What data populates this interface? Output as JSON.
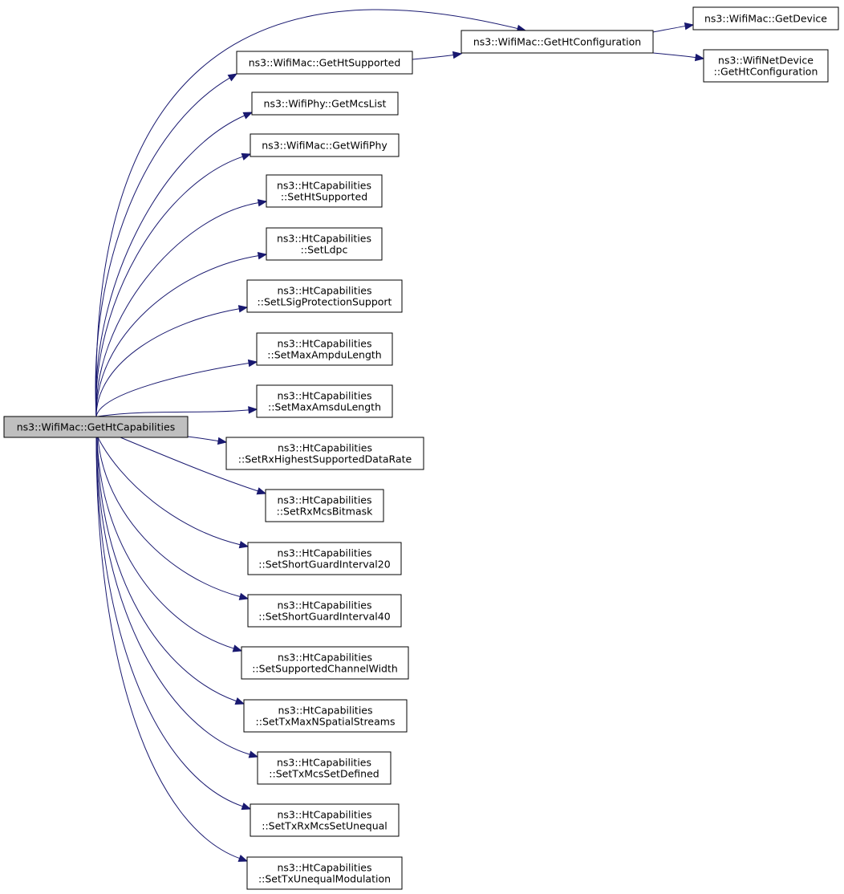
{
  "graph": {
    "root": "n0",
    "nodes": [
      {
        "id": "n0",
        "lines": [
          "ns3::WifiMac::GetHtCapabilities"
        ],
        "root": true
      },
      {
        "id": "n1",
        "lines": [
          "ns3::WifiMac::GetHtConfiguration"
        ]
      },
      {
        "id": "n2",
        "lines": [
          "ns3::WifiMac::GetDevice"
        ]
      },
      {
        "id": "n3",
        "lines": [
          "ns3::WifiNetDevice",
          "::GetHtConfiguration"
        ]
      },
      {
        "id": "n4",
        "lines": [
          "ns3::WifiMac::GetHtSupported"
        ]
      },
      {
        "id": "n5",
        "lines": [
          "ns3::WifiPhy::GetMcsList"
        ]
      },
      {
        "id": "n6",
        "lines": [
          "ns3::WifiMac::GetWifiPhy"
        ]
      },
      {
        "id": "n7",
        "lines": [
          "ns3::HtCapabilities",
          "::SetHtSupported"
        ]
      },
      {
        "id": "n8",
        "lines": [
          "ns3::HtCapabilities",
          "::SetLdpc"
        ]
      },
      {
        "id": "n9",
        "lines": [
          "ns3::HtCapabilities",
          "::SetLSigProtectionSupport"
        ]
      },
      {
        "id": "n10",
        "lines": [
          "ns3::HtCapabilities",
          "::SetMaxAmpduLength"
        ]
      },
      {
        "id": "n11",
        "lines": [
          "ns3::HtCapabilities",
          "::SetMaxAmsduLength"
        ]
      },
      {
        "id": "n12",
        "lines": [
          "ns3::HtCapabilities",
          "::SetRxHighestSupportedDataRate"
        ]
      },
      {
        "id": "n13",
        "lines": [
          "ns3::HtCapabilities",
          "::SetRxMcsBitmask"
        ]
      },
      {
        "id": "n14",
        "lines": [
          "ns3::HtCapabilities",
          "::SetShortGuardInterval20"
        ]
      },
      {
        "id": "n15",
        "lines": [
          "ns3::HtCapabilities",
          "::SetShortGuardInterval40"
        ]
      },
      {
        "id": "n16",
        "lines": [
          "ns3::HtCapabilities",
          "::SetSupportedChannelWidth"
        ]
      },
      {
        "id": "n17",
        "lines": [
          "ns3::HtCapabilities",
          "::SetTxMaxNSpatialStreams"
        ]
      },
      {
        "id": "n18",
        "lines": [
          "ns3::HtCapabilities",
          "::SetTxMcsSetDefined"
        ]
      },
      {
        "id": "n19",
        "lines": [
          "ns3::HtCapabilities",
          "::SetTxRxMcsSetUnequal"
        ]
      },
      {
        "id": "n20",
        "lines": [
          "ns3::HtCapabilities",
          "::SetTxUnequalModulation"
        ]
      }
    ],
    "edges": [
      {
        "from": "n0",
        "to": "n1"
      },
      {
        "from": "n0",
        "to": "n4"
      },
      {
        "from": "n0",
        "to": "n5"
      },
      {
        "from": "n0",
        "to": "n6"
      },
      {
        "from": "n0",
        "to": "n7"
      },
      {
        "from": "n0",
        "to": "n8"
      },
      {
        "from": "n0",
        "to": "n9"
      },
      {
        "from": "n0",
        "to": "n10"
      },
      {
        "from": "n0",
        "to": "n11"
      },
      {
        "from": "n0",
        "to": "n12"
      },
      {
        "from": "n0",
        "to": "n13"
      },
      {
        "from": "n0",
        "to": "n14"
      },
      {
        "from": "n0",
        "to": "n15"
      },
      {
        "from": "n0",
        "to": "n16"
      },
      {
        "from": "n0",
        "to": "n17"
      },
      {
        "from": "n0",
        "to": "n18"
      },
      {
        "from": "n0",
        "to": "n19"
      },
      {
        "from": "n0",
        "to": "n20"
      },
      {
        "from": "n4",
        "to": "n1"
      },
      {
        "from": "n1",
        "to": "n2"
      },
      {
        "from": "n1",
        "to": "n3"
      }
    ],
    "colors": {
      "edge": "#191970",
      "root_fill": "#bfbfbf",
      "node_fill": "#ffffff",
      "border": "#000000"
    }
  }
}
